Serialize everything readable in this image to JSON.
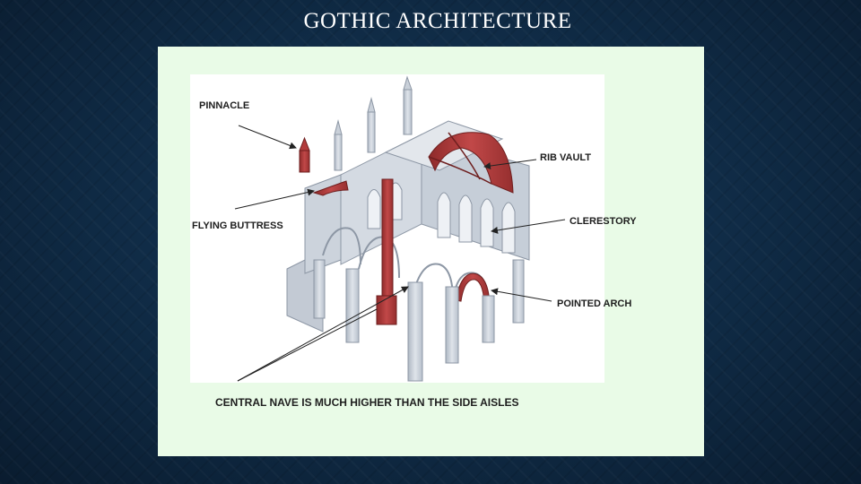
{
  "slide": {
    "title": "GOTHIC ARCHITECTURE"
  },
  "diagram": {
    "labels": {
      "pinnacle": "PINNACLE",
      "flying_buttress": "FLYING BUTTRESS",
      "rib_vault": "RIB VAULT",
      "clerestory": "CLERESTORY",
      "pointed_arch": "POINTED ARCH"
    },
    "caption": "CENTRAL NAVE IS MUCH HIGHER THAN THE SIDE AISLES",
    "colors": {
      "highlight": "#b23b3b",
      "stone": "#c9d0d9",
      "stone_dark": "#9aa4b2",
      "panel": "#e9fbe7",
      "background": "#0f2a44"
    }
  }
}
